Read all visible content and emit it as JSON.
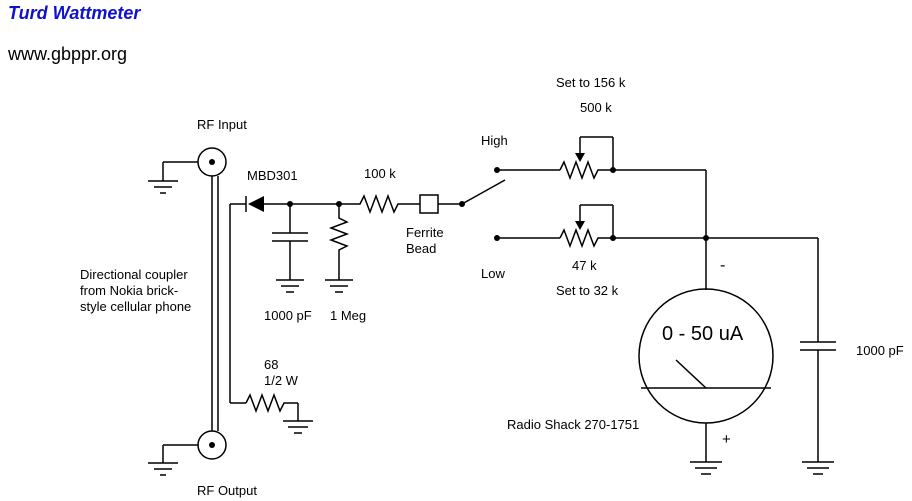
{
  "title": "Turd Wattmeter",
  "website": "www.gbppr.org",
  "labels": {
    "rf_input": "RF Input",
    "rf_output": "RF Output",
    "coupler": [
      "Directional coupler",
      "from Nokia brick-",
      "style cellular phone"
    ],
    "diode": "MBD301",
    "cap1": "1000 pF",
    "res_1meg": "1 Meg",
    "res_100k": "100 k",
    "ferrite": [
      "Ferrite",
      "Bead"
    ],
    "high": "High",
    "low": "Low",
    "set_156": "Set to 156 k",
    "pot_500k": "500 k",
    "pot_47k": "47 k",
    "set_32": "Set to 32 k",
    "res_68": [
      "68",
      "1/2 W"
    ],
    "meter_scale": "0 - 50 uA",
    "meter_minus": "-",
    "meter_plus": "+",
    "meter_part": "Radio Shack 270-1751",
    "cap2": "1000 pF"
  }
}
